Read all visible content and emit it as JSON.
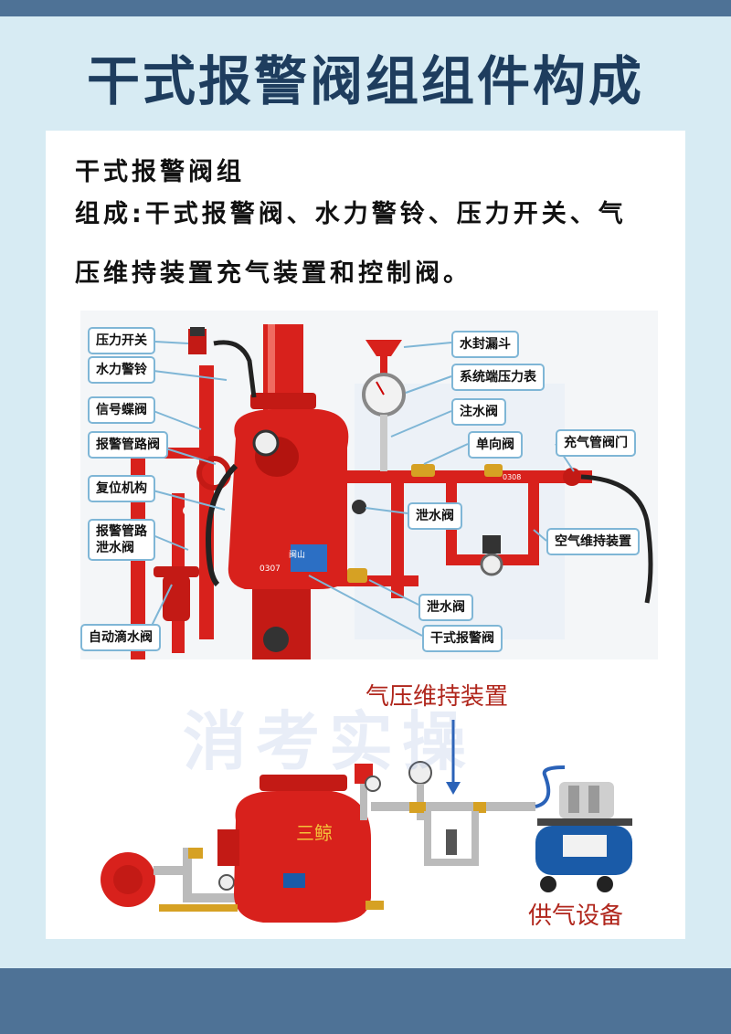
{
  "title": "干式报警阀组组件构成",
  "intro": {
    "line1": "干式报警阀组",
    "line2": "组成:干式报警阀、水力警铃、压力开关、气",
    "line3": "压维持装置充气装置和控制阀。"
  },
  "diagram_top": {
    "labels": {
      "pressure_switch": "压力开关",
      "water_bell": "水力警铃",
      "signal_butterfly": "信号蝶阀",
      "alarm_line_valve": "报警管路阀",
      "reset": "复位机构",
      "alarm_drain_1": "报警管路",
      "alarm_drain_2": "泄水阀",
      "auto_drip": "自动滴水阀",
      "water_seal_funnel": "水封漏斗",
      "system_gauge": "系统端压力表",
      "fill_valve": "注水阀",
      "check_valve": "单向阀",
      "air_fill_valve": "充气管阀门",
      "drain_valve_a": "泄水阀",
      "air_maintenance": "空气维持装置",
      "drain_valve_b": "泄水阀",
      "dry_alarm_valve": "干式报警阀"
    },
    "body_marks": [
      "闽山",
      "0307",
      "0308"
    ]
  },
  "diagram_bottom": {
    "air_maintenance_caption": "气压维持装置",
    "supply_caption": "供气设备",
    "body_mark": "三鲸"
  },
  "watermark": "消考实操",
  "colors": {
    "band": "#4e7296",
    "background": "#d7ebf3",
    "title": "#1e3d5e",
    "pipe_red": "#d8211c",
    "label_border": "#7fb6d6",
    "caption_red": "#b0261c",
    "compressor_blue": "#1a5ba8"
  }
}
